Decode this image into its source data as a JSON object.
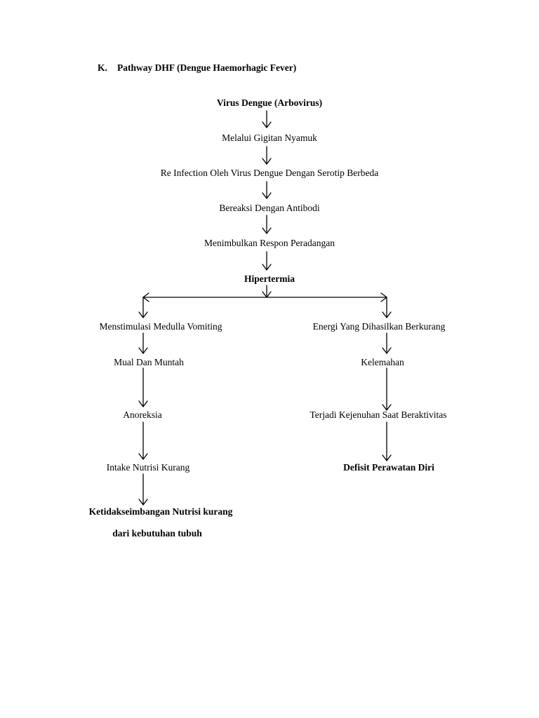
{
  "heading": {
    "marker": "K.",
    "title": "Pathway DHF (Dengue Haemorhagic Fever)"
  },
  "center_flow": {
    "node_1": "Virus Dengue (Arbovirus)",
    "node_2": "Melalui Gigitan Nyamuk",
    "node_3": "Re Infection Oleh Virus Dengue Dengan Serotip Berbeda",
    "node_4": "Bereaksi Dengan Antibodi",
    "node_5": "Menimbulkan Respon Peradangan",
    "node_6": "Hipertermia"
  },
  "left_branch": {
    "node_1": "Menstimulasi Medulla Vomiting",
    "node_2": "Mual Dan Muntah",
    "node_3": "Anoreksia",
    "node_4": "Intake Nutrisi Kurang",
    "outcome_line_1": "Ketidakseimbangan Nutrisi kurang",
    "outcome_line_2": "dari kebutuhan tubuh"
  },
  "right_branch": {
    "node_1": "Energi Yang Dihasilkan Berkurang",
    "node_2": "Kelemahan",
    "node_3": "Terjadi Kejenuhan Saat Beraktivitas",
    "outcome": "Defisit Perawatan Diri"
  }
}
